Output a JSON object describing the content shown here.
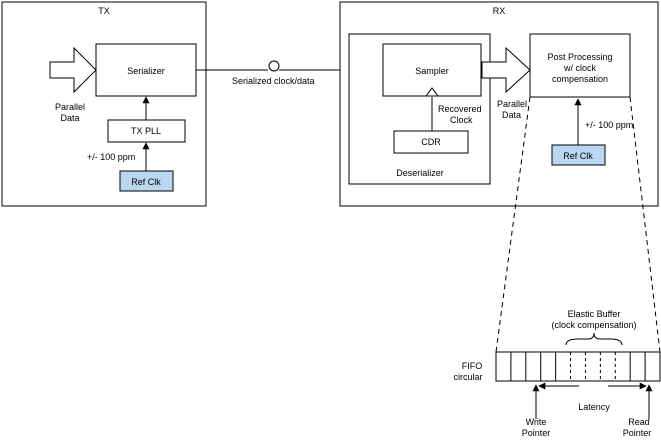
{
  "tx": {
    "title": "TX",
    "serializer": "Serializer",
    "pll": "TX PLL",
    "refclk": "Ref Clk",
    "ppm": "+/- 100 ppm",
    "parallel_line1": "Parallel",
    "parallel_line2": "Data"
  },
  "link": {
    "label": "Serialized clock/data"
  },
  "rx": {
    "title": "RX",
    "sampler": "Sampler",
    "cdr": "CDR",
    "recovered_line1": "Recovered",
    "recovered_line2": "Clock",
    "deserializer": "Deserializer",
    "parallel_line1": "Parallel",
    "parallel_line2": "Data",
    "post_line1": "Post Processing",
    "post_line2": "w/ clock",
    "post_line3": "compensation",
    "ppm": "+/- 100 ppm",
    "refclk": "Ref Clk"
  },
  "fifo": {
    "label_line1": "FIFO",
    "label_line2": "circular",
    "elastic_line1": "Elastic Buffer",
    "elastic_line2": "(clock compensation)",
    "latency": "Latency",
    "write_line1": "Write",
    "write_line2": "Pointer",
    "read_line1": "Read",
    "read_line2": "Pointer"
  }
}
